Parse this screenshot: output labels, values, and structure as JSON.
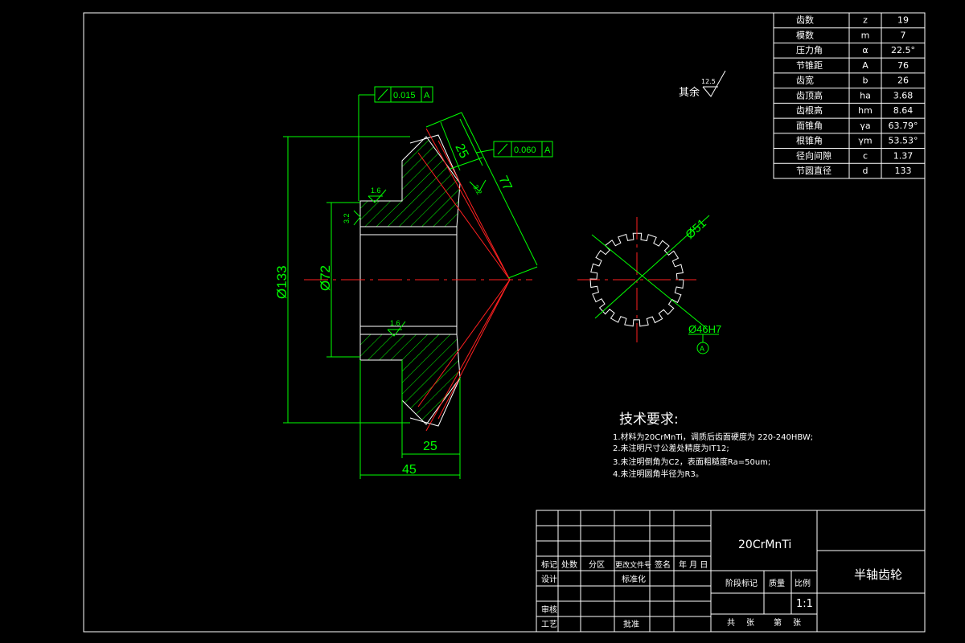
{
  "param_table": [
    {
      "name": "齿数",
      "sym": "z",
      "val": "19"
    },
    {
      "name": "模数",
      "sym": "m",
      "val": "7"
    },
    {
      "name": "压力角",
      "sym": "α",
      "val": "22.5°"
    },
    {
      "name": "节锥距",
      "sym": "A",
      "val": "76"
    },
    {
      "name": "齿宽",
      "sym": "b",
      "val": "26"
    },
    {
      "name": "齿顶高",
      "sym": "ha",
      "val": "3.68"
    },
    {
      "name": "齿根高",
      "sym": "hm",
      "val": "8.64"
    },
    {
      "name": "面锥角",
      "sym": "γa",
      "val": "63.79°"
    },
    {
      "name": "根锥角",
      "sym": "γm",
      "val": "53.53°"
    },
    {
      "name": "径向间隙",
      "sym": "c",
      "val": "1.37"
    },
    {
      "name": "节圆直径",
      "sym": "d",
      "val": "133"
    }
  ],
  "surface_note": {
    "label": "其余",
    "value": "12.5"
  },
  "tolerances": {
    "runout_1": "0.015",
    "datum_1": "A",
    "runout_2": "0.060",
    "datum_2": "A"
  },
  "dimensions": {
    "dia_133": "Ø133",
    "dia_72": "Ø72",
    "len_25_bottom": "25",
    "len_45": "45",
    "len_25_slant": "25",
    "len_77": "77",
    "dia_51": "Ø51",
    "bore": "Ø46H7",
    "datum_circle": "A",
    "rough_16_top": "1.6",
    "rough_32_left": "3.2",
    "rough_32_face": "3.2",
    "rough_16_bottom": "1.6"
  },
  "tech_requirements": {
    "title": "技术要求:",
    "items": [
      "1.材料为20CrMnTi，调质后齿面硬度为 220-240HBW;",
      "2.未注明尺寸公差处精度为IT12;",
      "3.未注明倒角为C2，表面粗糙度Ra=50um;",
      "4.未注明圆角半径为R3。"
    ]
  },
  "title_block": {
    "material": "20CrMnTi",
    "part_name": "半轴齿轮",
    "scale": "1:1",
    "labels": {
      "biaoji": "标记",
      "chushu": "处数",
      "fenqu": "分区",
      "gengai": "更改文件号",
      "qianming": "签名",
      "nianyueri": "年 月 日",
      "sheji": "设计",
      "biaozhunhua": "标准化",
      "jieduan": "阶段标记",
      "zhiliang": "质量",
      "bili": "比例",
      "shenhe": "审核",
      "gongyi": "工艺",
      "pizhun": "批准",
      "gong": "共",
      "zhang1": "张",
      "di": "第",
      "zhang2": "张"
    }
  }
}
